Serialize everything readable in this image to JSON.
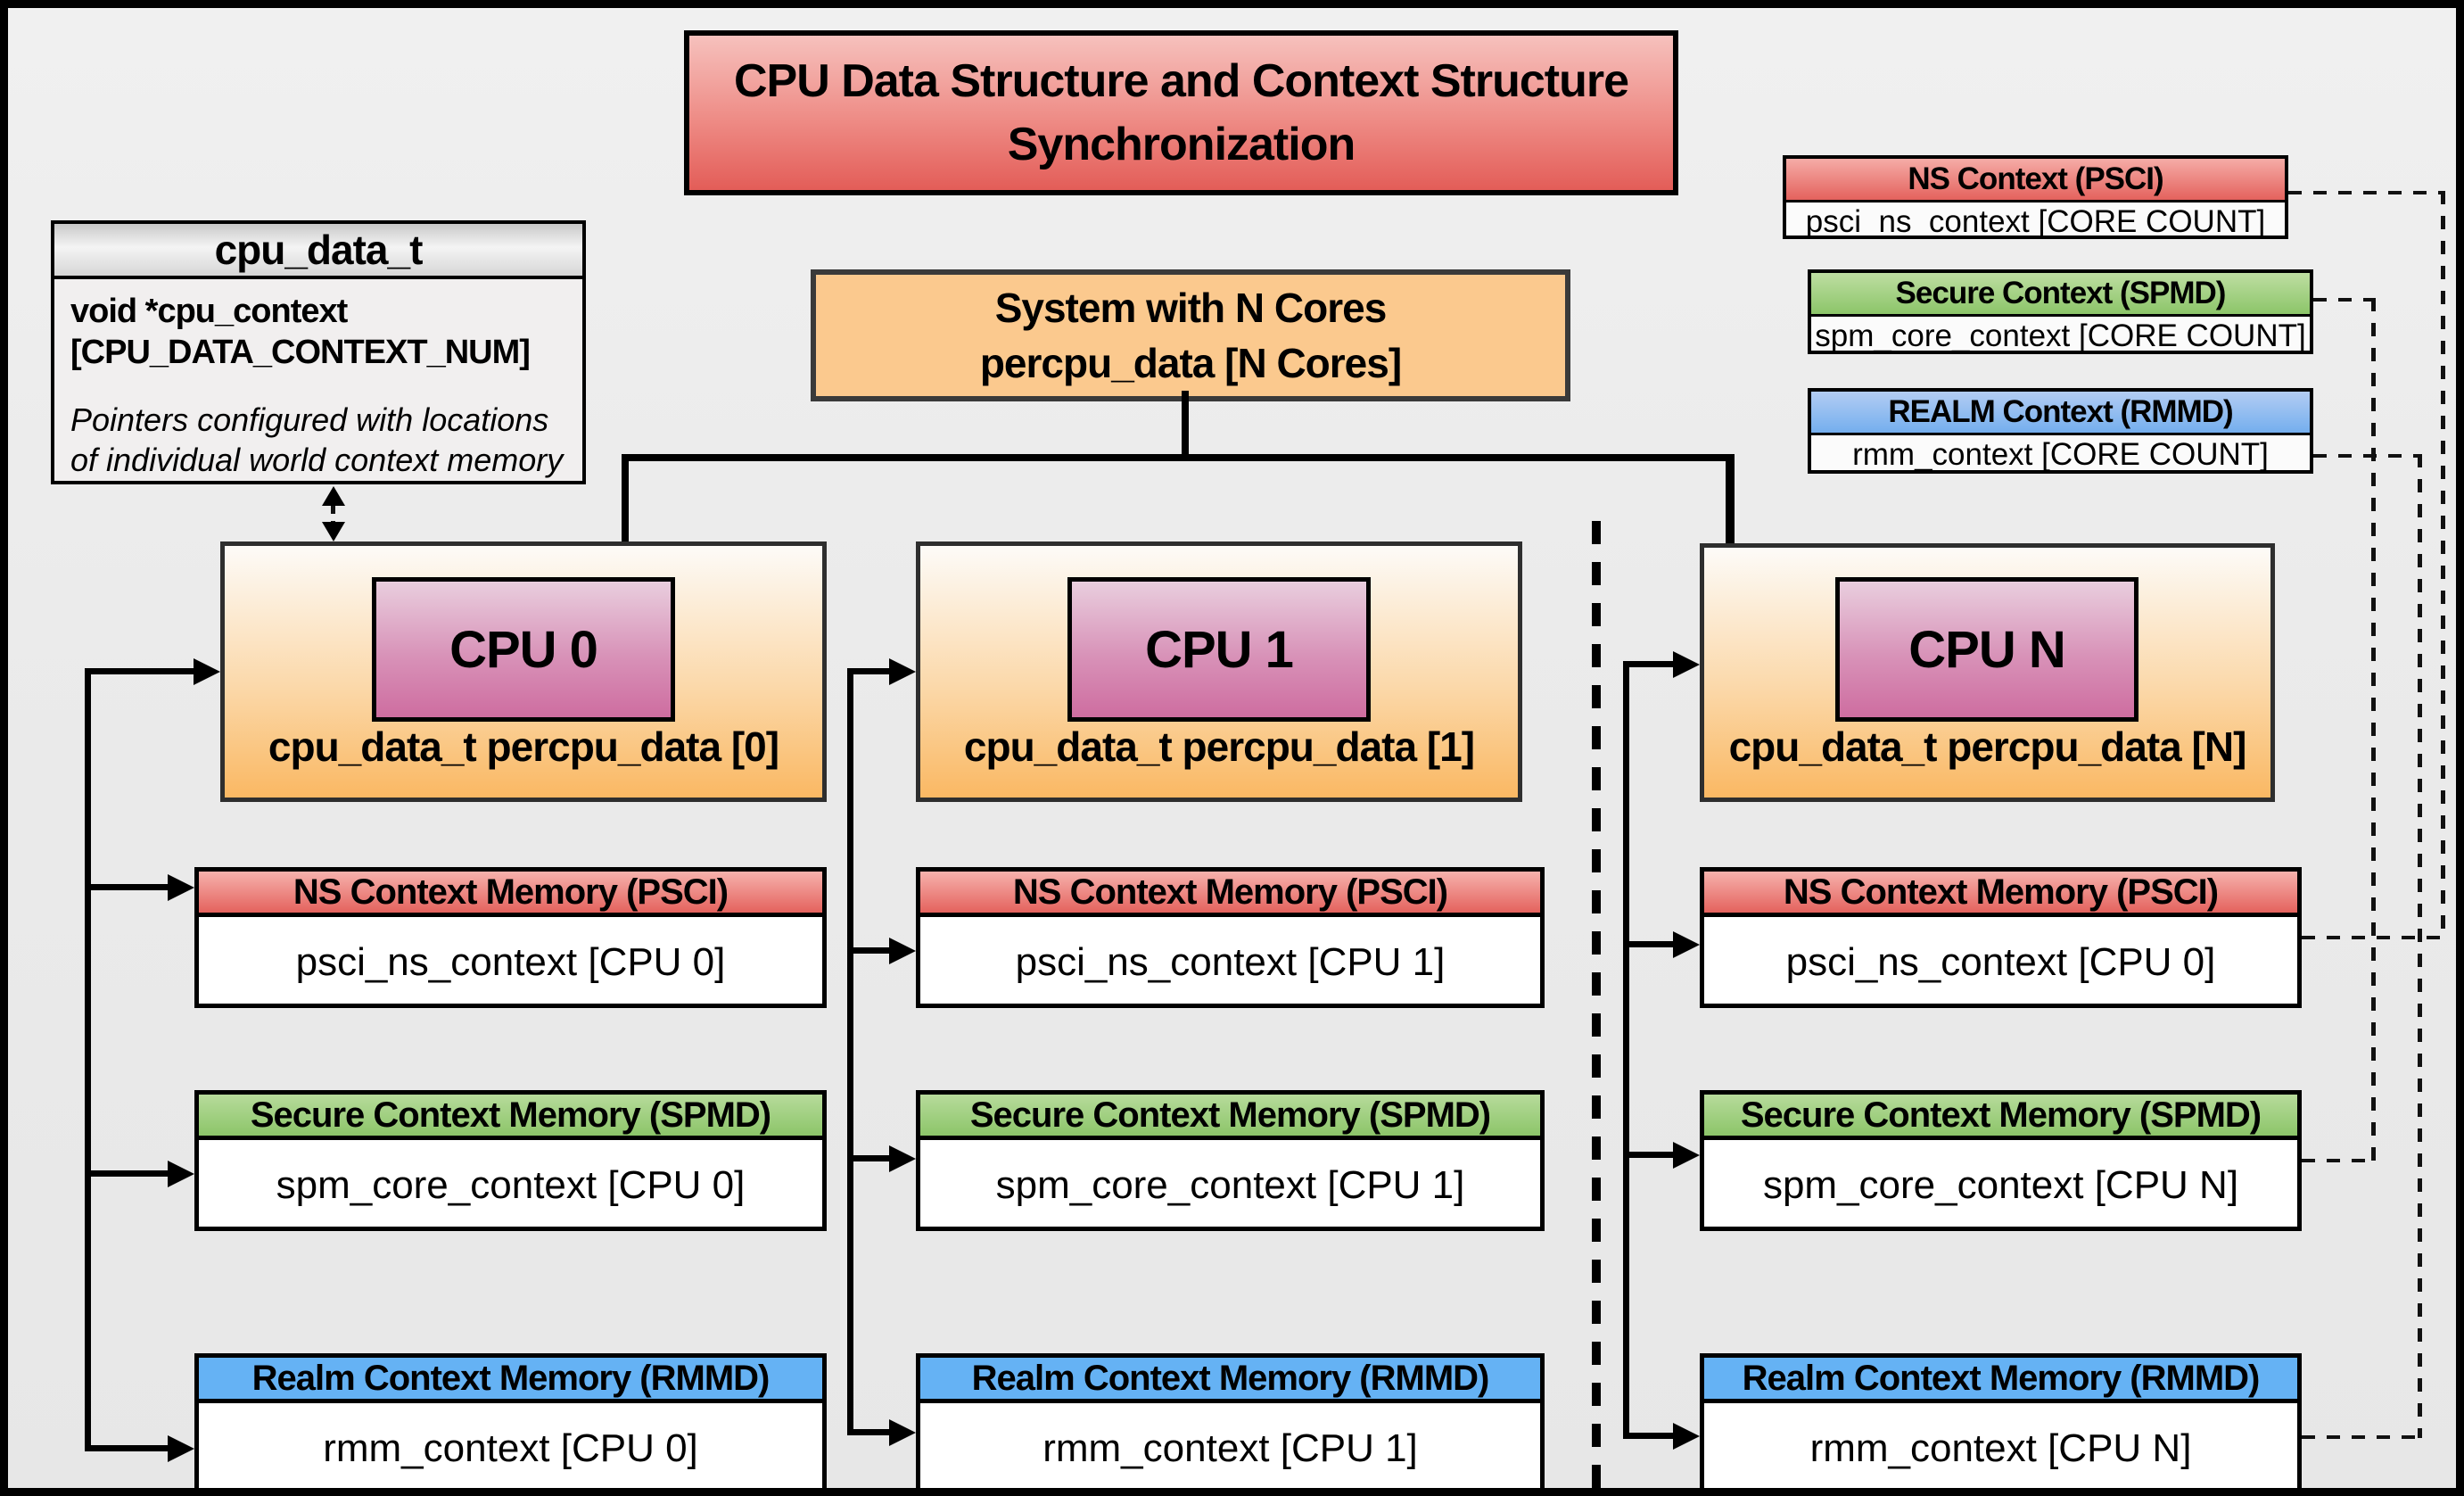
{
  "title": {
    "line1": "CPU Data Structure and Context Structure",
    "line2": "Synchronization"
  },
  "cpu_data_t_box": {
    "header": "cpu_data_t",
    "field_line1": "void  *cpu_context",
    "field_line2": "[CPU_DATA_CONTEXT_NUM]",
    "note_line1": "Pointers configured with locations",
    "note_line2": "of individual world context memory"
  },
  "system_box": {
    "line1": "System with N Cores",
    "line2": "percpu_data [N Cores]"
  },
  "legend": [
    {
      "header": "NS Context  (PSCI)",
      "body": "psci_ns_context [CORE COUNT]",
      "header_color": "#e4625d"
    },
    {
      "header": "Secure Context (SPMD)",
      "body": "spm_core_context [CORE COUNT]",
      "header_color": "#8cc569"
    },
    {
      "header": "REALM Context (RMMD)",
      "body": "rmm_context [CORE COUNT]",
      "header_color": "#74aeee"
    }
  ],
  "columns": [
    {
      "cpu_label": "CPU 0",
      "data_label": "cpu_data_t percpu_data [0]",
      "ns": {
        "header": "NS Context Memory (PSCI)",
        "body": "psci_ns_context [CPU 0]"
      },
      "secure": {
        "header": "Secure Context Memory (SPMD)",
        "body": "spm_core_context [CPU 0]"
      },
      "realm": {
        "header": "Realm Context Memory (RMMD)",
        "body": "rmm_context [CPU 0]"
      }
    },
    {
      "cpu_label": "CPU 1",
      "data_label": "cpu_data_t percpu_data [1]",
      "ns": {
        "header": "NS Context Memory (PSCI)",
        "body": "psci_ns_context [CPU 1]"
      },
      "secure": {
        "header": "Secure Context Memory (SPMD)",
        "body": "spm_core_context [CPU 1]"
      },
      "realm": {
        "header": "Realm Context Memory (RMMD)",
        "body": "rmm_context [CPU 1]"
      }
    },
    {
      "cpu_label": "CPU N",
      "data_label": "cpu_data_t percpu_data [N]",
      "ns": {
        "header": "NS Context Memory (PSCI)",
        "body": "psci_ns_context [CPU 0]"
      },
      "secure": {
        "header": "Secure Context Memory (SPMD)",
        "body": "spm_core_context [CPU N]"
      },
      "realm": {
        "header": "Realm Context Memory (RMMD)",
        "body": "rmm_context [CPU N]"
      }
    }
  ],
  "colors": {
    "ns_red": "#e4625d",
    "secure_green": "#8cc569",
    "realm_blue": "#65b2f4",
    "cpu_box_orange": "#fab863",
    "system_orange": "#fbc98e",
    "cpu_label_pink": "#ce6da0",
    "title_red": "#e4615c",
    "background": "#ebebeb"
  }
}
